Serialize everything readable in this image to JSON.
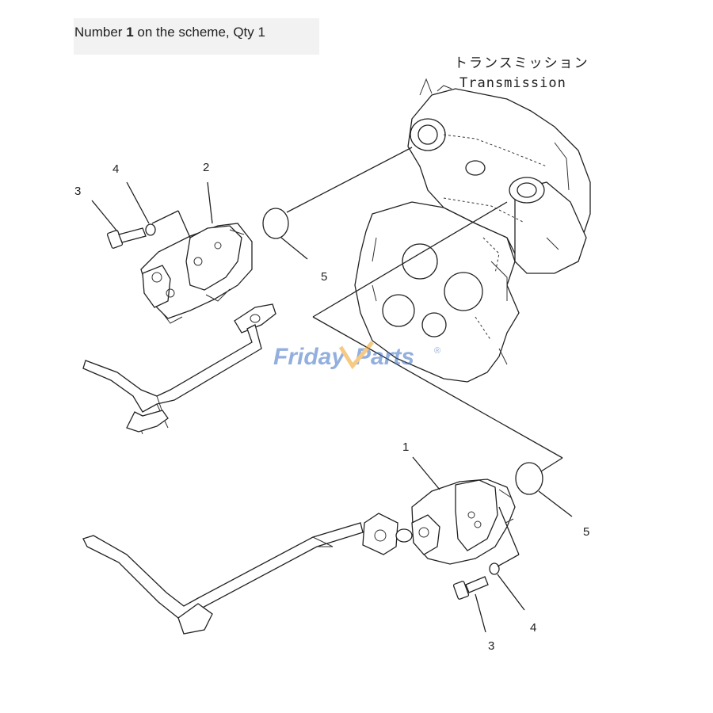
{
  "header": {
    "prefix": "Number ",
    "number": "1",
    "suffix": " on the scheme, Qty 1"
  },
  "transmission": {
    "label_jp": "トランスミッション",
    "label_en": "Transmission"
  },
  "watermark": {
    "part1": "Friday",
    "part2": "Parts",
    "mark": "®",
    "color_primary": "#3b6fc4",
    "color_accent": "#f0a020"
  },
  "callouts": {
    "upper_pump": "2",
    "upper_washer": "4",
    "upper_bolt": "3",
    "upper_gasket": "5",
    "lower_pump": "1",
    "lower_gasket": "5",
    "lower_washer": "4",
    "lower_bolt": "3"
  }
}
